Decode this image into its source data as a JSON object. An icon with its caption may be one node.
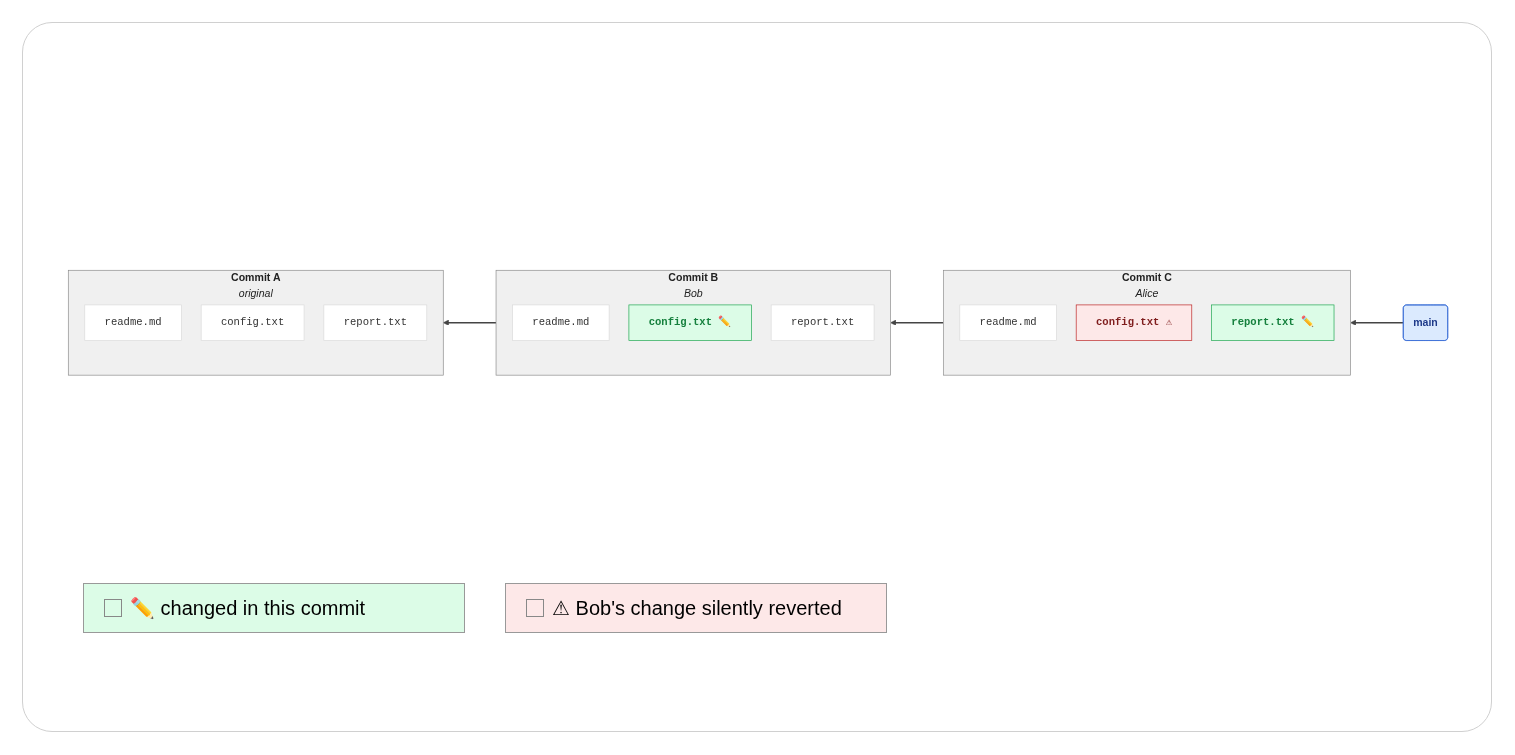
{
  "diagram": {
    "nodes": [
      {
        "text": [
          "Commit A",
          "original"
        ]
      },
      {
        "text": [
          "readme.md"
        ],
        "in": 0
      },
      {
        "text": [
          "config.txt"
        ],
        "in": 0
      },
      {
        "text": [
          "report.txt"
        ],
        "in": 0
      },
      {
        "text": [
          "Commit B",
          "Bob"
        ]
      },
      {
        "text": [
          "readme.md"
        ],
        "in": 4
      },
      {
        "text": [
          "config.txt ✏️"
        ],
        "in": 4
      },
      {
        "text": [
          "report.txt"
        ],
        "in": 4
      },
      {
        "text": [
          "Commit C",
          "Alice"
        ]
      },
      {
        "text": [
          "readme.md"
        ],
        "in": 8
      },
      {
        "text": [
          "config.txt ⚠"
        ],
        "in": 8
      },
      {
        "text": [
          "report.txt ✏️"
        ],
        "in": 8
      },
      {
        "text": [
          "main"
        ]
      }
    ],
    "edges": [
      {
        "from": 4,
        "to": 0,
        "arrow": "to"
      },
      {
        "from": 8,
        "to": 4,
        "arrow": "to"
      },
      {
        "from": 12,
        "to": 8,
        "arrow": "to"
      }
    ],
    "legend": [
      {
        "text": "✏️ changed in this commit",
        "color": "#dcfce7"
      },
      {
        "text": "⚠ Bob's change silently reverted",
        "color": "#fde8e8"
      }
    ]
  }
}
